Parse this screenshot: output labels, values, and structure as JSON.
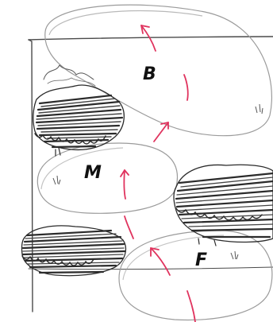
{
  "colors": {
    "paper": "#ffffff",
    "pencil": "#3f3f3f",
    "pencil_light": "#9b9b9b",
    "arrow": "#e0335e"
  },
  "zones": {
    "background": {
      "label": "B"
    },
    "middle": {
      "label": "M"
    },
    "foreground": {
      "label": "F"
    }
  }
}
